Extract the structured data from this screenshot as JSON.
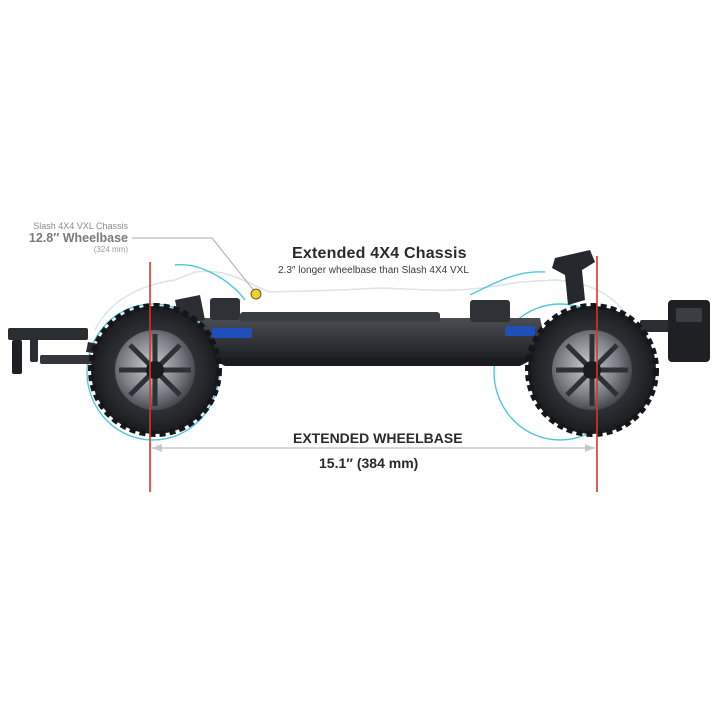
{
  "comparison": {
    "title": "Slash 4X4 VXL Chassis",
    "value": "12.8″ Wheelbase",
    "metric": "(324 mm)"
  },
  "feature": {
    "title": "Extended 4X4 Chassis",
    "subtitle": "2.3″ longer wheelbase than Slash 4X4 VXL"
  },
  "wheelbase": {
    "title": "EXTENDED WHEELBASE",
    "value": "15.1″ (384 mm)"
  },
  "colors": {
    "accent_red": "#d8342c",
    "outline_cyan": "#3fc0d8",
    "callout_dot": "#f2d21c",
    "chassis_dark": "#2a2d31",
    "battery_blue": "#1f4fb8"
  }
}
